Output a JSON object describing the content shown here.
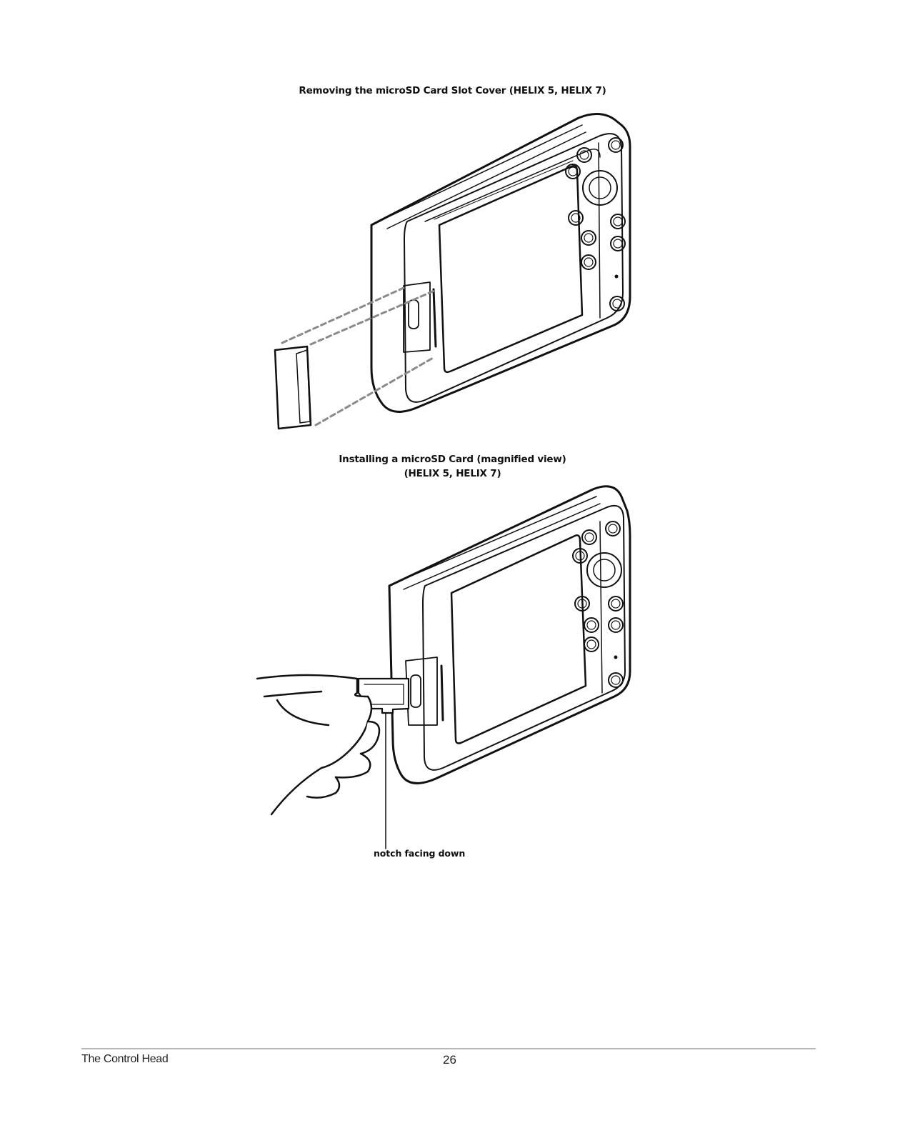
{
  "figures": [
    {
      "title": "Removing the microSD Card Slot Cover (HELIX 5, HELIX 7)",
      "illustration": "device-with-slot-cover-removed"
    },
    {
      "title_line1": "Installing a microSD Card (magnified view)",
      "title_line2": "(HELIX 5, HELIX 7)",
      "illustration": "hand-inserting-microsd-card",
      "callout": "notch facing down"
    }
  ],
  "footer": {
    "section": "The Control Head",
    "page_number": "26"
  }
}
